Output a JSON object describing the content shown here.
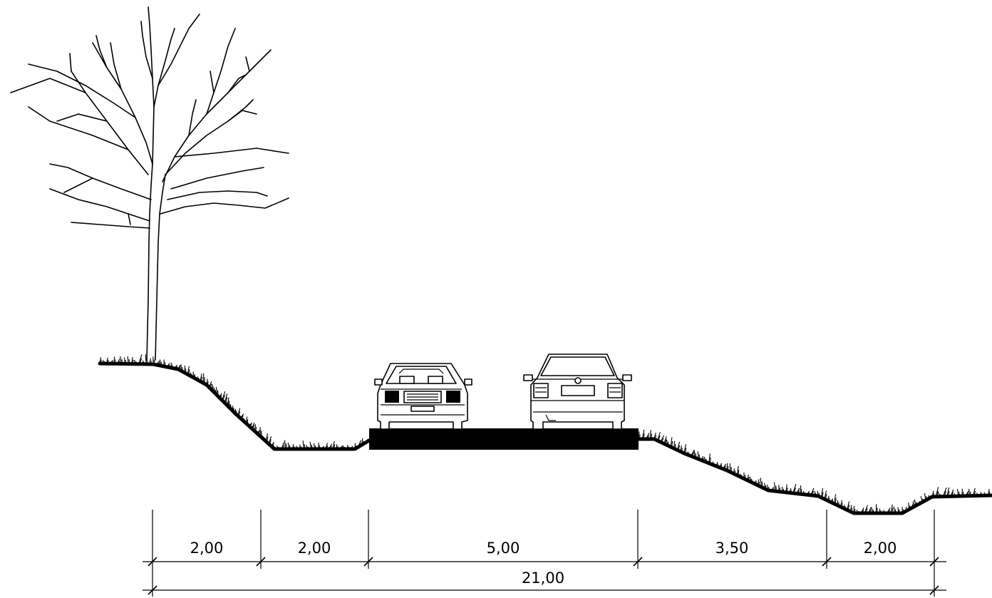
{
  "drawing": {
    "segments": [
      {
        "label": "2,00"
      },
      {
        "label": "2,00"
      },
      {
        "label": "5,00"
      },
      {
        "label": "3,50"
      },
      {
        "label": "2,00"
      }
    ],
    "total": {
      "label": "21,00"
    }
  }
}
